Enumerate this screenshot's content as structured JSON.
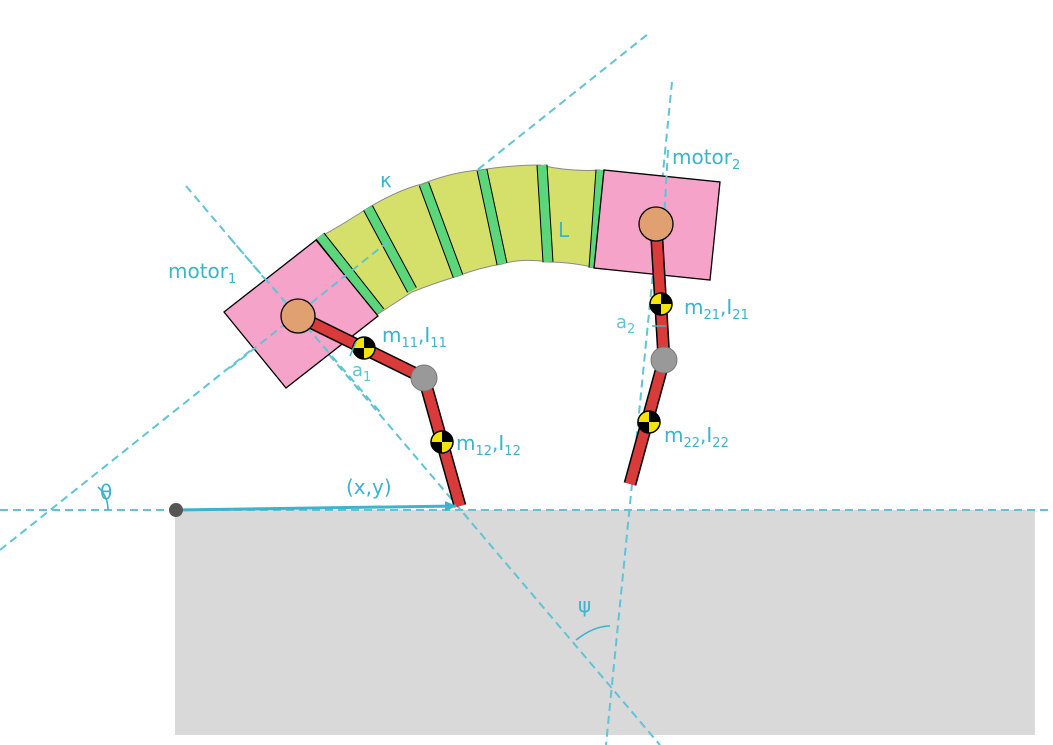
{
  "labels": {
    "motor1": {
      "base": "motor",
      "sub": "1"
    },
    "motor2": {
      "base": "motor",
      "sub": "2"
    },
    "kappa": "κ",
    "length": "L",
    "theta": "θ",
    "psi": "ψ",
    "position": "(x,y)",
    "a1": {
      "base": "a",
      "sub": "1"
    },
    "a2": {
      "base": "a",
      "sub": "2"
    },
    "m11": {
      "m": "m",
      "msub": "11",
      "sep": ",",
      "i": "I",
      "isub": "11"
    },
    "m12": {
      "m": "m",
      "msub": "12",
      "sep": ",",
      "i": "I",
      "isub": "12"
    },
    "m21": {
      "m": "m",
      "msub": "21",
      "sep": ",",
      "i": "I",
      "isub": "21"
    },
    "m22": {
      "m": "m",
      "msub": "22",
      "sep": ",",
      "i": "I",
      "isub": "22"
    }
  },
  "colors": {
    "accent": "#3bb4cc",
    "dashed": "#5ec4d6",
    "ground": "#d9d9d9",
    "motor_body": "#f5a3c8",
    "motor_hub": "#e0a070",
    "spine": "#d5e06a",
    "spine_band": "#5cd67a",
    "leg": "#d93a3a",
    "knee_joint": "#999999",
    "com_marker": "#f2e600"
  },
  "icons": {
    "com": "center-of-mass-icon",
    "joint": "joint-circle-icon",
    "origin": "origin-dot-icon"
  }
}
